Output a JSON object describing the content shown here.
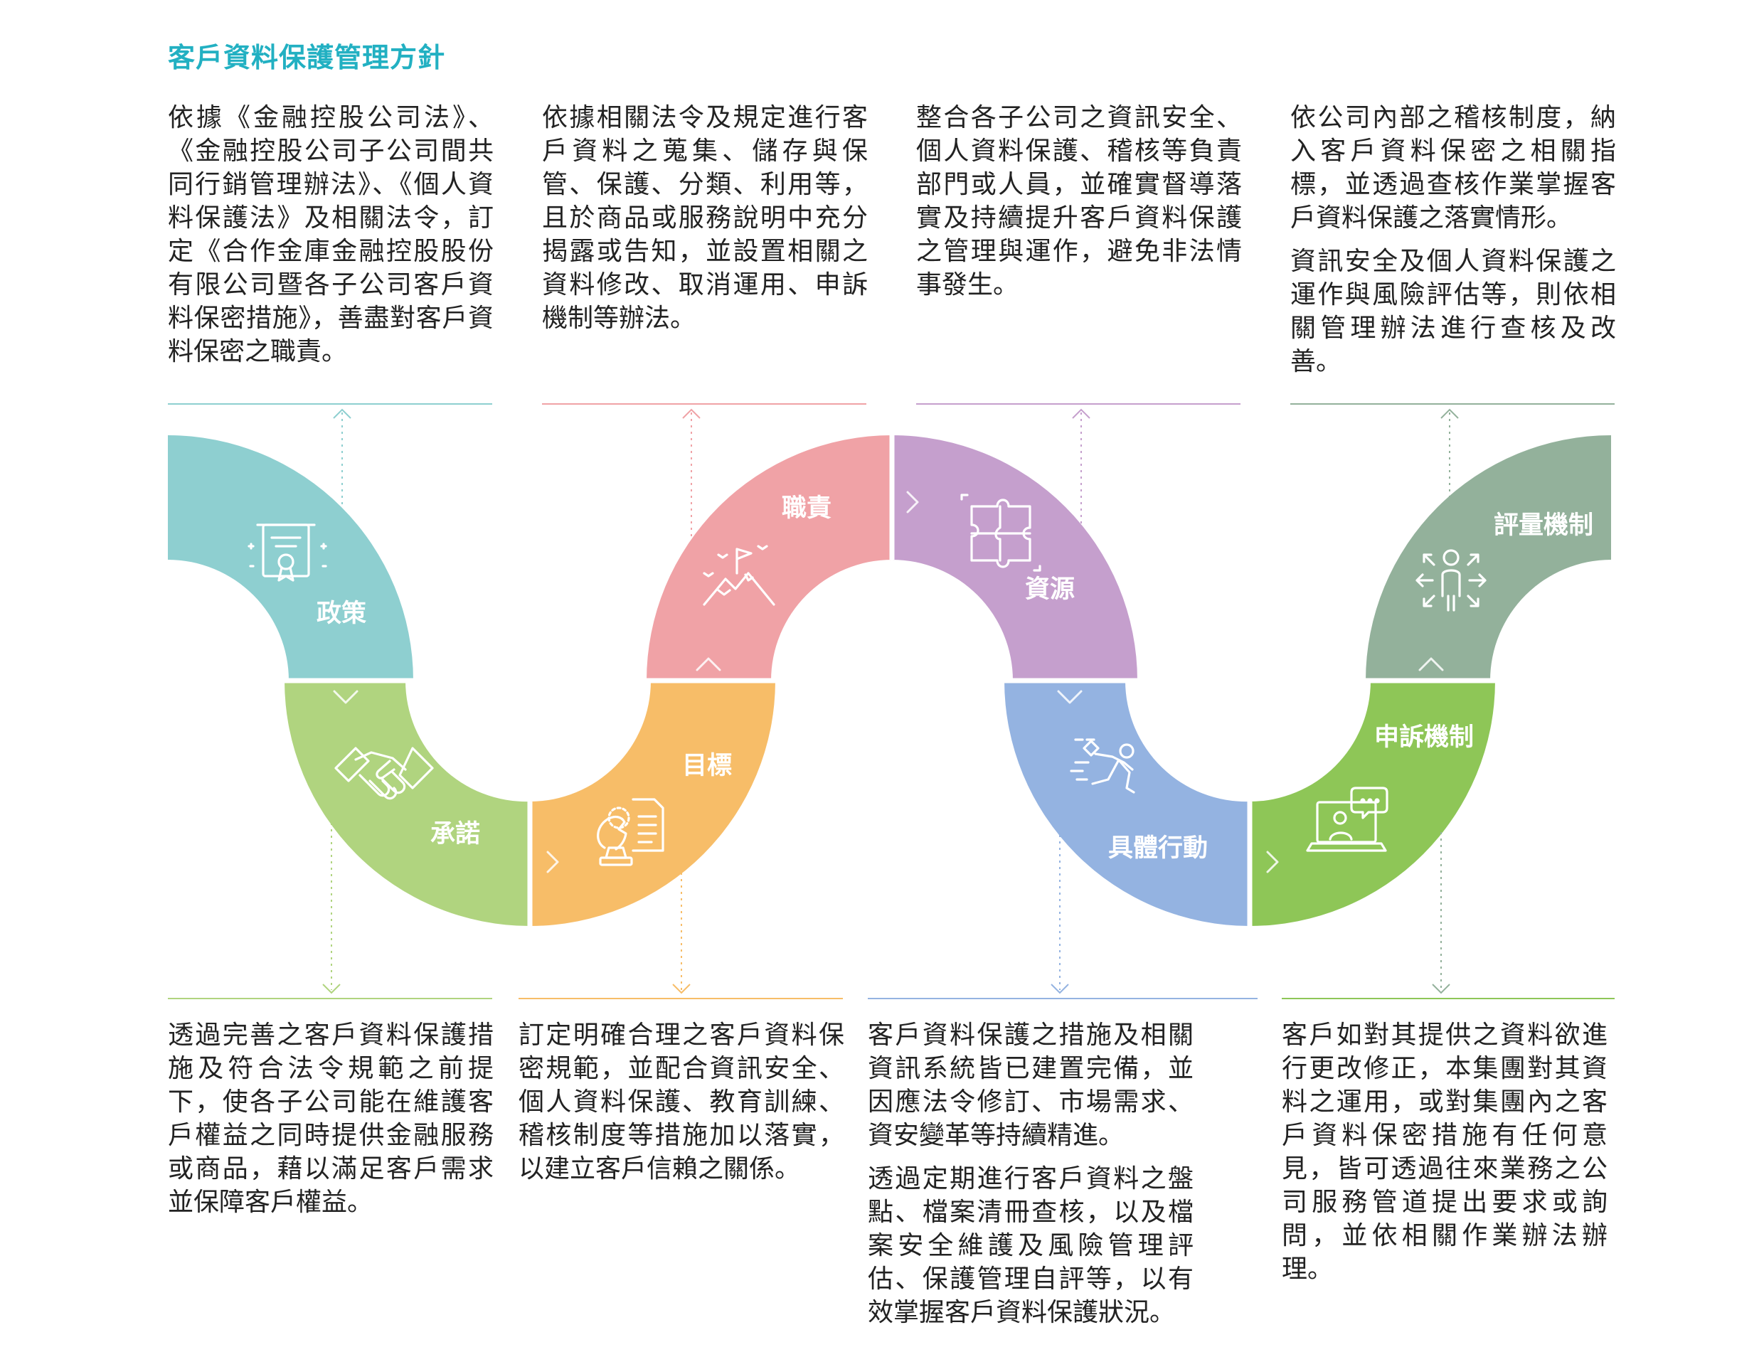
{
  "title": "客戶資料保護管理方針",
  "colors": {
    "title": "#22b0c2",
    "policy": "#8ecfd0",
    "commitment": "#b0d47f",
    "goal": "#f7bd68",
    "duty": "#f0a2a6",
    "resource": "#c59fcd",
    "action": "#94b3e1",
    "appeal": "#8ec657",
    "evaluation": "#93b19b",
    "text": "#222222"
  },
  "segments": [
    {
      "id": "policy",
      "label": "政策",
      "icon": "certificate-icon"
    },
    {
      "id": "commitment",
      "label": "承諾",
      "icon": "handshake-icon"
    },
    {
      "id": "goal",
      "label": "目標",
      "icon": "chess-target-icon"
    },
    {
      "id": "duty",
      "label": "職責",
      "icon": "mountain-flag-icon"
    },
    {
      "id": "resource",
      "label": "資源",
      "icon": "puzzle-icon"
    },
    {
      "id": "action",
      "label": "具體行動",
      "icon": "running-person-icon"
    },
    {
      "id": "appeal",
      "label": "申訴機制",
      "icon": "video-chat-icon"
    },
    {
      "id": "evaluation",
      "label": "評量機制",
      "icon": "person-arrows-icon"
    }
  ],
  "top_texts": [
    [
      "依據《金融控股公司法》、《金融控股公司子公司間共同行銷管理辦法》、《個人資料保護法》及相關法令，訂定《合作金庫金融控股股份有限公司暨各子公司客戶資料保密措施》，善盡對客戶資料保密之職責。"
    ],
    [
      "依據相關法令及規定進行客戶資料之蒐集、儲存與保管、保護、分類、利用等，且於商品或服務說明中充分揭露或告知，並設置相關之資料修改、取消運用、申訴機制等辦法。"
    ],
    [
      "整合各子公司之資訊安全、個人資料保護、稽核等負責部門或人員，並確實督導落實及持續提升客戶資料保護之管理與運作，避免非法情事發生。"
    ],
    [
      "依公司內部之稽核制度，納入客戶資料保密之相關指標，並透過查核作業掌握客戶資料保護之落實情形。",
      "資訊安全及個人資料保護之運作與風險評估等，則依相關管理辦法進行查核及改善。"
    ]
  ],
  "bottom_texts": [
    [
      "透過完善之客戶資料保護措施及符合法令規範之前提下，使各子公司能在維護客戶權益之同時提供金融服務或商品，藉以滿足客戶需求並保障客戶權益。"
    ],
    [
      "訂定明確合理之客戶資料保密規範，並配合資訊安全、個人資料保護、教育訓練、稽核制度等措施加以落實，以建立客戶信賴之關係。"
    ],
    [
      "客戶資料保護之措施及相關資訊系統皆已建置完備，並因應法令修訂、市場需求、資安變革等持續精進。",
      "透過定期進行客戶資料之盤點、檔案清冊查核，以及檔案安全維護及風險管理評估、保護管理自評等，以有效掌握客戶資料保護狀況。"
    ],
    [
      "客戶如對其提供之資料欲進行更改修正，本集團對其資料之運用，或對集團內之客戶資料保密措施有任何意見，皆可透過往來業務之公司服務管道提出要求或詢問，並依相關作業辦法辦理。"
    ]
  ]
}
